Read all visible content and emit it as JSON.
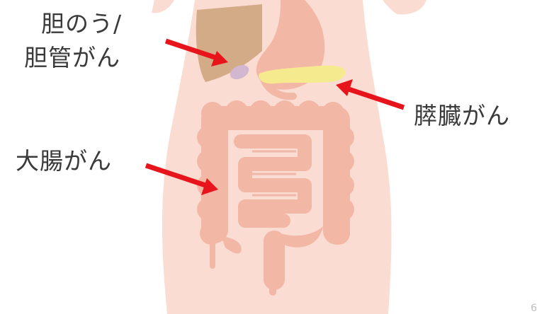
{
  "labels": {
    "gallbladder_line1": "胆のう/",
    "gallbladder_line2": "胆管がん",
    "pancreas": "膵臓がん",
    "colon": "大腸がん"
  },
  "page_number": "6",
  "colors": {
    "skin": "#fbdcd3",
    "organ": "#f3b7a6",
    "organ_shadow": "#eaa895",
    "liver": "#d3ab86",
    "gallbladder": "#d3b6d0",
    "pancreas": "#f6ea8f",
    "arrow": "#e8141b",
    "text": "#3a3a3a"
  }
}
